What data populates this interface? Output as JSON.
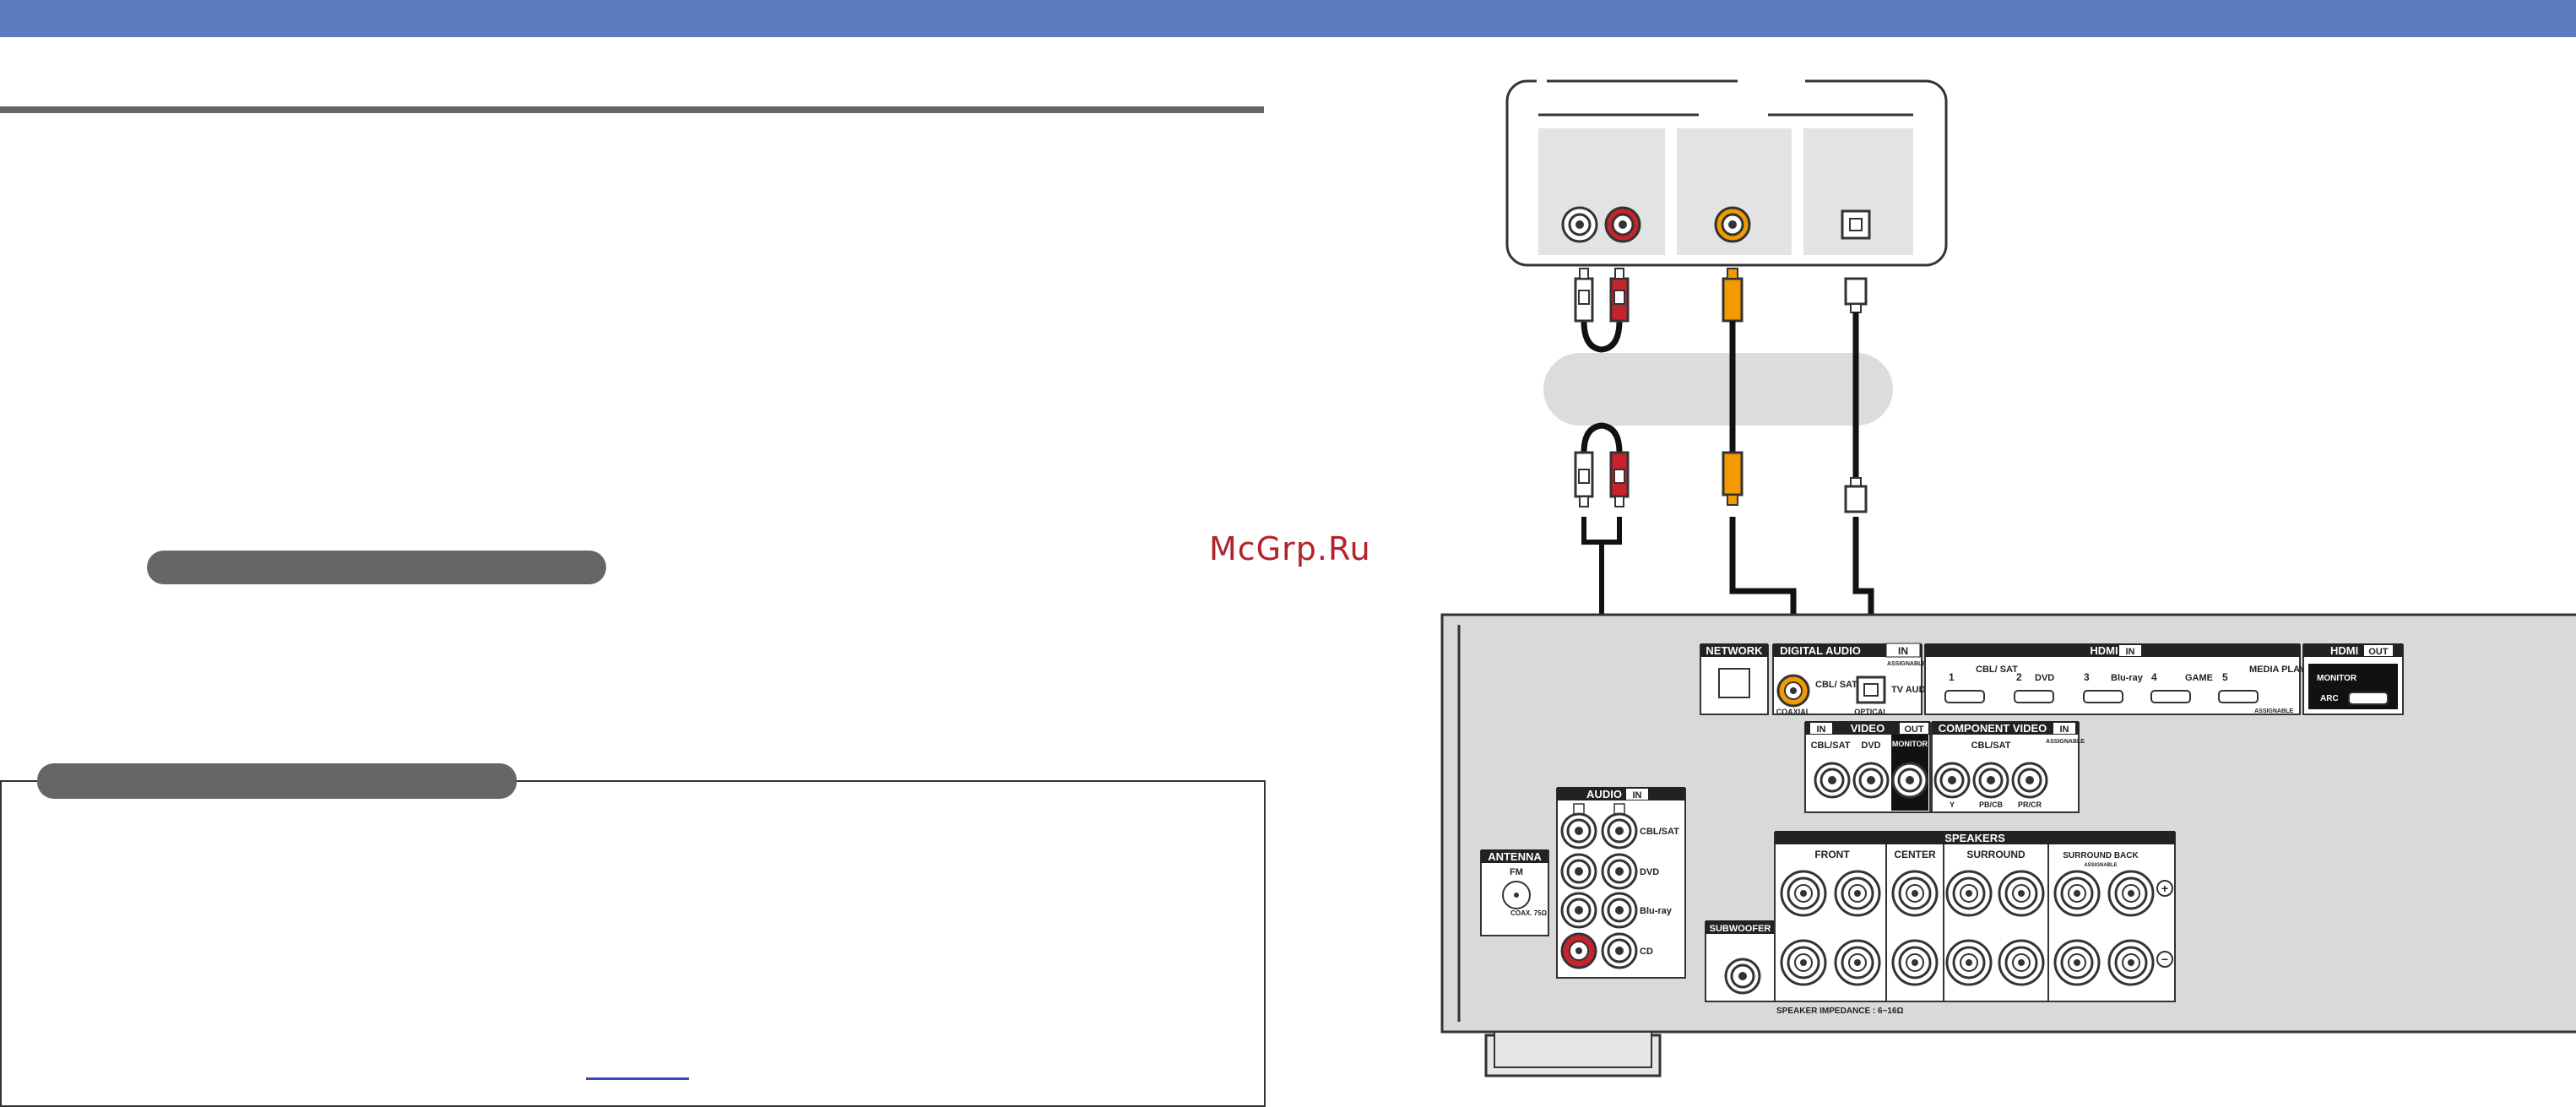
{
  "watermark": "McGrp.Ru",
  "receiver": {
    "network": "NETWORK",
    "digital_audio": "DIGITAL AUDIO",
    "in": "IN",
    "assignable": "ASSIGNABLE",
    "cbl_sat": "CBL/\nSAT",
    "tv_audio": "TV\nAUDIO",
    "coaxial": "COAXIAL",
    "optical": "OPTICAL",
    "hdmi_in": "HDMI",
    "hdmi_inputs": [
      {
        "num": "1",
        "label": "CBL/\nSAT"
      },
      {
        "num": "2",
        "label": "DVD"
      },
      {
        "num": "3",
        "label": "Blu-ray"
      },
      {
        "num": "4",
        "label": "GAME"
      },
      {
        "num": "5",
        "label": "MEDIA\nPLAYER"
      }
    ],
    "hdmi_out": "HDMI",
    "out": "OUT",
    "monitor": "MONITOR",
    "arc": "ARC",
    "video": "VIDEO",
    "video_cbl_sat": "CBL/SAT",
    "video_dvd": "DVD",
    "component_video": "COMPONENT VIDEO",
    "component_cbl_sat": "CBL/SAT",
    "component_jacks": [
      "Y",
      "PB/CB",
      "PR/CR"
    ],
    "audio": "AUDIO",
    "audio_inputs": [
      "CBL/SAT",
      "DVD",
      "Blu-ray",
      "CD"
    ],
    "antenna": "ANTENNA",
    "fm": "FM",
    "coax": "COAX.\n75Ω",
    "speakers": "SPEAKERS",
    "front": "FRONT",
    "center": "CENTER",
    "surround": "SURROUND",
    "surround_back": "SURROUND BACK",
    "subwoofer": "SUBWOOFER",
    "impedance": "SPEAKER IMPEDANCE : 6~16Ω",
    "plus": "+",
    "minus": "−"
  }
}
